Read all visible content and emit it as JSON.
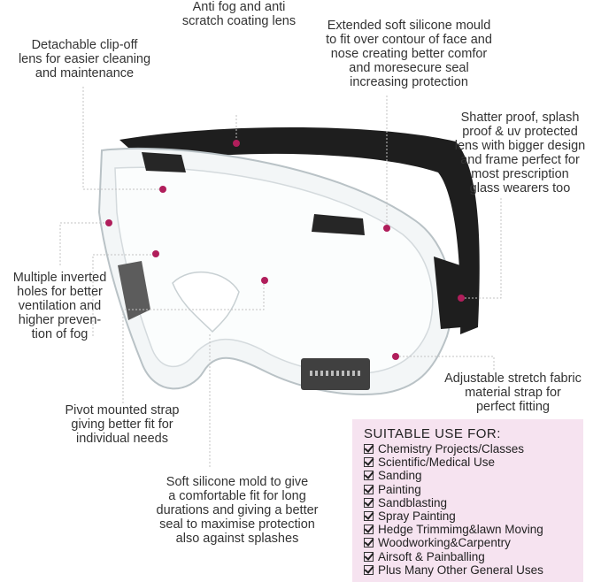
{
  "callouts": {
    "anti_fog": [
      "Anti fog and anti",
      "scratch coating lens"
    ],
    "silicone_mould": [
      "Extended soft silicone mould",
      "to fit over contour of face and",
      "nose creating better comfor",
      "and moresecure seal",
      "increasing protection"
    ],
    "clip_off": [
      "Detachable clip-off",
      "lens for easier cleaning",
      "and maintenance"
    ],
    "shatter_proof": [
      "Shatter proof, splash",
      "proof & uv protected",
      "lens with bigger design",
      "and frame perfect for",
      "most prescription",
      "glass wearers too"
    ],
    "vent_holes": [
      "Multiple inverted",
      "holes for better",
      "ventilation and",
      "higher preven-",
      "tion of fog"
    ],
    "strap": [
      "Adjustable stretch fabric",
      "material strap for",
      "perfect fitting"
    ],
    "pivot": [
      "Pivot mounted strap",
      "giving better fit for",
      "individual needs"
    ],
    "soft_mold": [
      "Soft silicone mold to give",
      "a comfortable fit for long",
      "durations and giving a better",
      "seal to maximise protection",
      "also against splashes"
    ]
  },
  "suitable_use": {
    "title": "SUITABLE USE FOR:",
    "items": [
      "Chemistry Projects/Classes",
      "Scientific/Medical Use",
      "Sanding",
      "Painting",
      "Sandblasting",
      "Spray Painting",
      "Hedge Trimmimg&lawn Moving",
      "Woodworking&Carpentry",
      "Airsoft & Painballing",
      "Plus Many Other General Uses"
    ]
  },
  "colors": {
    "marker": "#b01e5b",
    "panel": "#f6e3f0",
    "strap": "#1e1e1e",
    "lens": "#eef2f4"
  }
}
